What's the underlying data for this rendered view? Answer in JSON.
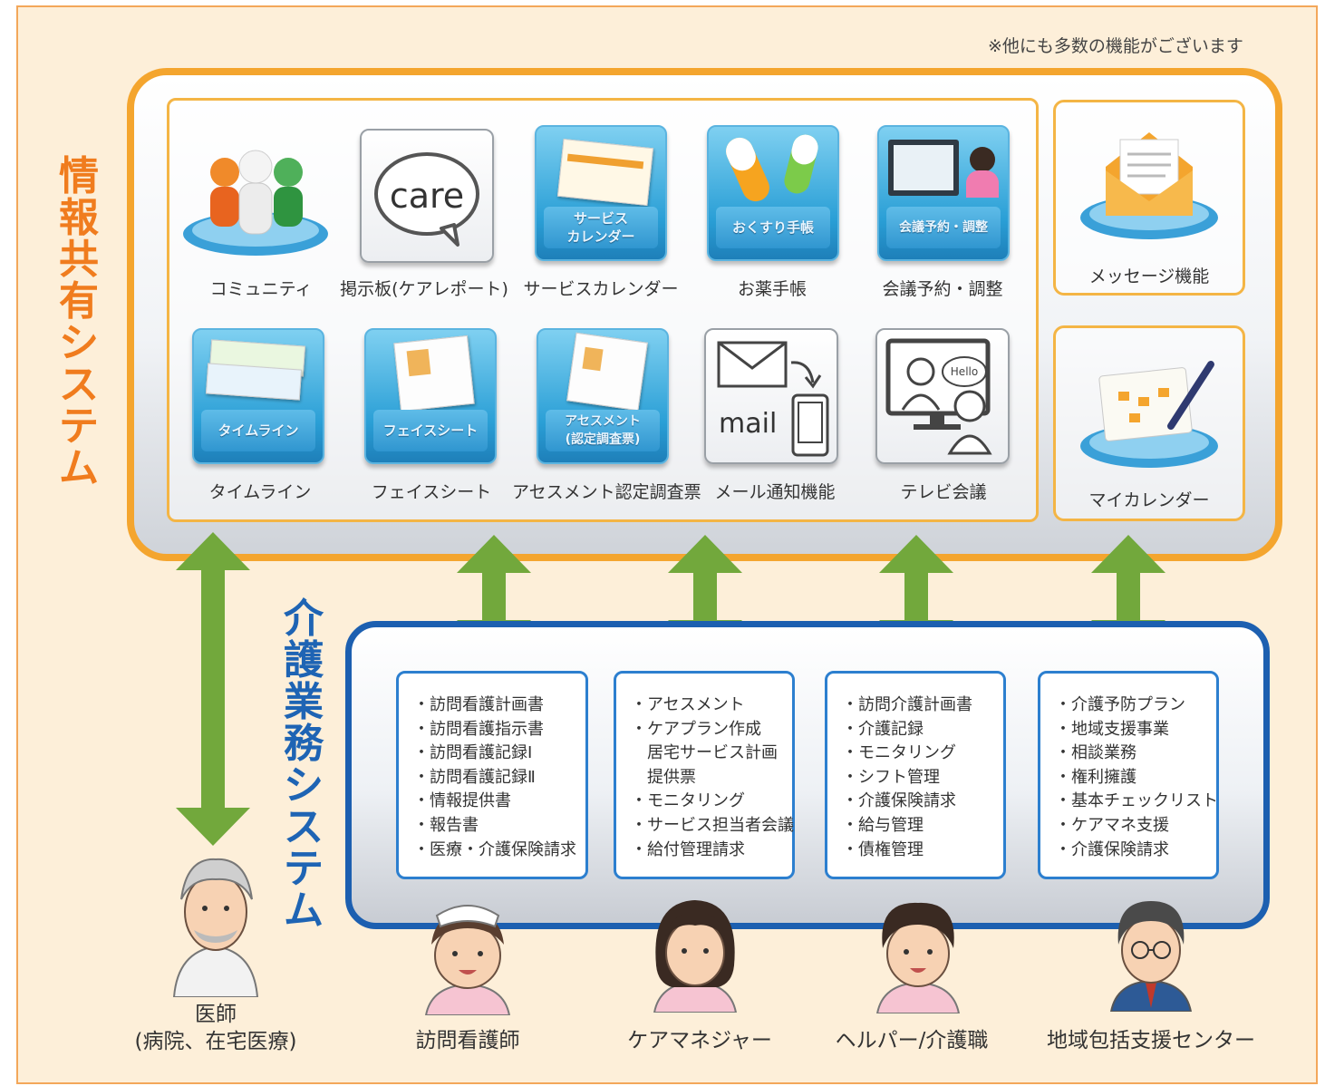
{
  "note": "※他にも多数の機能がございます",
  "info_system": {
    "title": "情報共有システム",
    "apps": [
      {
        "label": "コミュニティ",
        "icon": "community-icon"
      },
      {
        "label": "掲示板(ケアレポート)",
        "icon": "care-bubble-icon",
        "icon_text": "care"
      },
      {
        "label": "サービスカレンダー",
        "icon": "service-calendar-icon",
        "icon_text": "サービス\nカレンダー"
      },
      {
        "label": "お薬手帳",
        "icon": "medicine-icon",
        "icon_text": "おくすり手帳"
      },
      {
        "label": "会議予約・調整",
        "icon": "meeting-reservation-icon",
        "icon_text": "会議予約・調整"
      },
      {
        "label": "タイムライン",
        "icon": "timeline-icon",
        "icon_text": "タイムライン"
      },
      {
        "label": "フェイスシート",
        "icon": "face-sheet-icon",
        "icon_text": "フェイスシート"
      },
      {
        "label": "アセスメント認定調査票",
        "icon": "assessment-icon",
        "icon_text": "アセスメント\n(認定調査票)"
      },
      {
        "label": "メール通知機能",
        "icon": "mail-notification-icon",
        "icon_text": "mail"
      },
      {
        "label": "テレビ会議",
        "icon": "video-conference-icon",
        "icon_text": "Hello"
      }
    ],
    "side_apps": [
      {
        "label": "メッセージ機能",
        "icon": "envelope-icon"
      },
      {
        "label": "マイカレンダー",
        "icon": "my-calendar-icon"
      }
    ]
  },
  "care_system": {
    "title": "介護業務システム",
    "lists": [
      [
        "・訪問看護計画書",
        "・訪問看護指示書",
        "・訪問看護記録Ⅰ",
        "・訪問看護記録Ⅱ",
        "・情報提供書",
        "・報告書",
        "・医療・介護保険請求"
      ],
      [
        "・アセスメント",
        "・ケアプラン作成",
        "　居宅サービス計画",
        "　提供票",
        "・モニタリング",
        "・サービス担当者会議",
        "・給付管理請求"
      ],
      [
        "・訪問介護計画書",
        "・介護記録",
        "・モニタリング",
        "・シフト管理",
        "・介護保険請求",
        "・給与管理",
        "・債権管理"
      ],
      [
        "・介護予防プラン",
        "・地域支援事業",
        "・相談業務",
        "・権利擁護",
        "・基本チェックリスト",
        "・ケアマネ支援",
        "・介護保険請求"
      ]
    ]
  },
  "roles": [
    {
      "label": "医師",
      "sub": "(病院、在宅医療)"
    },
    {
      "label": "訪問看護師"
    },
    {
      "label": "ケアマネジャー"
    },
    {
      "label": "ヘルパー/介護職"
    },
    {
      "label": "地域包括支援センター"
    }
  ],
  "colors": {
    "info_accent": "#f4a52e",
    "care_accent": "#1c5fb0",
    "arrow": "#72a83c",
    "background": "#fdefd9"
  }
}
